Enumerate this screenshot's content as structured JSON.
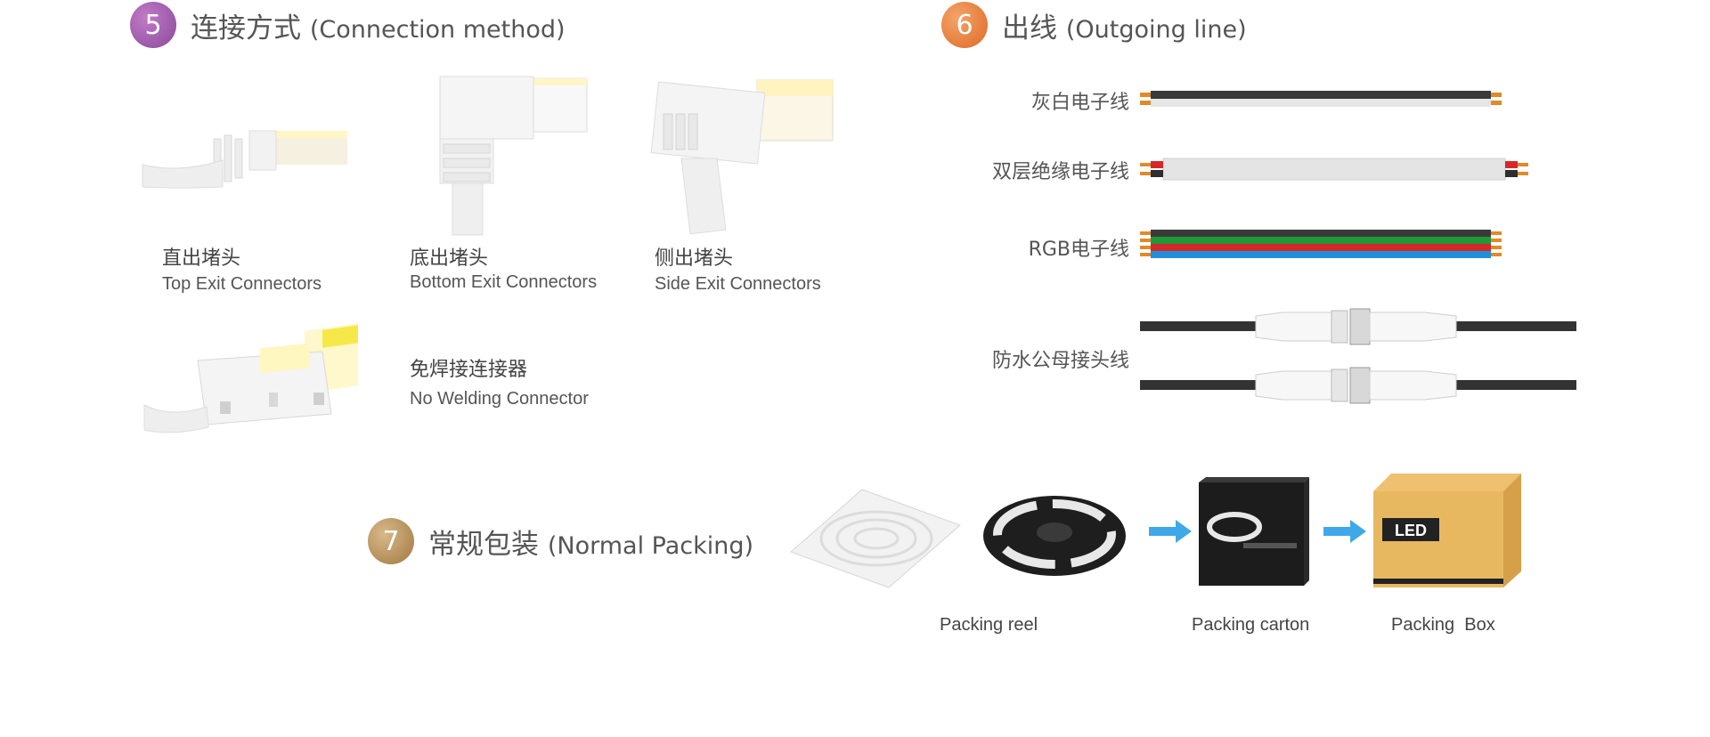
{
  "section5": {
    "number": "5",
    "title_cn": "连接方式",
    "title_en": "(Connection method)",
    "color": "#9b5aa8",
    "connectors": [
      {
        "cn": "直出堵头",
        "en": "Top Exit Connectors",
        "icon": "top-exit-connector-icon"
      },
      {
        "cn": "底出堵头",
        "en": "Bottom Exit Connectors",
        "icon": "bottom-exit-connector-icon"
      },
      {
        "cn": "侧出堵头",
        "en": "Side Exit Connectors",
        "icon": "side-exit-connector-icon"
      },
      {
        "cn": "免焊接连接器",
        "en": "No Welding Connector",
        "icon": "no-welding-connector-icon"
      }
    ]
  },
  "section6": {
    "number": "6",
    "title_cn": "出线",
    "title_en": "(Outgoing line)",
    "color": "#e6742e",
    "wires": [
      {
        "label": "灰白电子线",
        "icon": "gray-white-wire-icon"
      },
      {
        "label": "双层绝缘电子线",
        "icon": "double-insulated-wire-icon"
      },
      {
        "label": "RGB电子线",
        "icon": "rgb-wire-icon"
      },
      {
        "label": "防水公母接头线",
        "icon": "waterproof-male-female-connector-wire-icon"
      }
    ]
  },
  "section7": {
    "number": "7",
    "title_cn": "常规包装",
    "title_en": "(Normal Packing)",
    "color": "#b08850",
    "items": [
      {
        "label": "Packing reel",
        "icon": "packing-reel-icon"
      },
      {
        "label": "Packing carton",
        "icon": "packing-carton-icon"
      },
      {
        "label": "Packing  Box",
        "icon": "packing-box-icon"
      }
    ],
    "box_text": "LED"
  }
}
